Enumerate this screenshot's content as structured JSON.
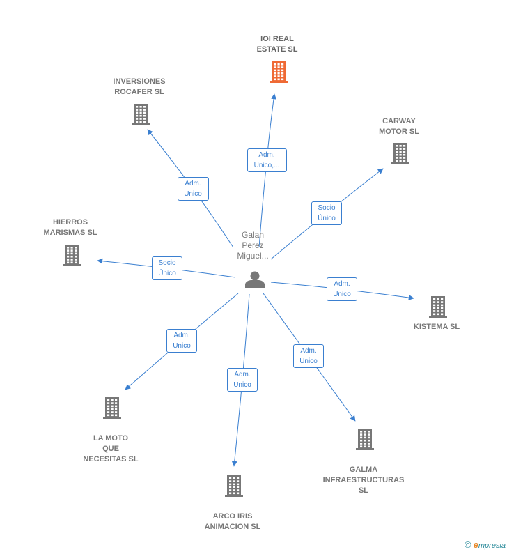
{
  "colors": {
    "edge": "#3a7fd0",
    "building": "#777777",
    "building_highlight": "#ef6a35",
    "person": "#777777"
  },
  "center": {
    "name": "Galan\nPerez\nMiguel...",
    "icon": "person-icon"
  },
  "companies": [
    {
      "id": "ioi",
      "name": "IOI REAL\nESTATE  SL",
      "icon": "building-icon",
      "highlight": true
    },
    {
      "id": "inversiones",
      "name": "INVERSIONES\nROCAFER  SL",
      "icon": "building-icon",
      "highlight": false
    },
    {
      "id": "carway",
      "name": "CARWAY\nMOTOR  SL",
      "icon": "building-icon",
      "highlight": false
    },
    {
      "id": "hierros",
      "name": "HIERROS\nMARISMAS SL",
      "icon": "building-icon",
      "highlight": false
    },
    {
      "id": "kistema",
      "name": "KISTEMA SL",
      "icon": "building-icon",
      "highlight": false
    },
    {
      "id": "lamoto",
      "name": "LA MOTO\nQUE\nNECESITAS  SL",
      "icon": "building-icon",
      "highlight": false
    },
    {
      "id": "galma",
      "name": "GALMA\nINFRAESTRUCTURAS\nSL",
      "icon": "building-icon",
      "highlight": false
    },
    {
      "id": "arcoiris",
      "name": "ARCO IRIS\nANIMACION  SL",
      "icon": "building-icon",
      "highlight": false
    }
  ],
  "relations": [
    {
      "to": "ioi",
      "label": "Adm.\nUnico,..."
    },
    {
      "to": "inversiones",
      "label": "Adm.\nUnico"
    },
    {
      "to": "carway",
      "label": "Socio\nÚnico"
    },
    {
      "to": "hierros",
      "label": "Socio\nÚnico"
    },
    {
      "to": "kistema",
      "label": "Adm.\nUnico"
    },
    {
      "to": "lamoto",
      "label": "Adm.\nUnico"
    },
    {
      "to": "galma",
      "label": "Adm.\nUnico"
    },
    {
      "to": "arcoiris",
      "label": "Adm.\nUnico"
    }
  ],
  "footer": {
    "copyright_symbol": "©",
    "brand_initial": "e",
    "brand_rest": "mpresia"
  }
}
